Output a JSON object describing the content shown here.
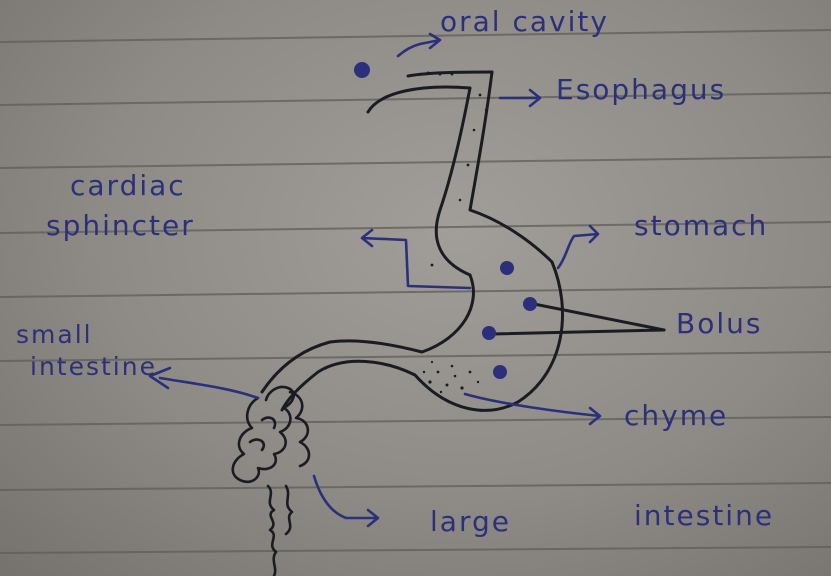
{
  "labels": {
    "oral_cavity": "oral cavity",
    "esophagus": "Esophagus",
    "cardiac_line1": "cardiac",
    "cardiac_line2": "sphincter",
    "stomach": "stomach",
    "small_intestine_line1": "small",
    "small_intestine_line2": "intestine",
    "bolus": "Bolus",
    "chyme": "chyme",
    "large_intestine_1": "large",
    "large_intestine_2": "intestine"
  },
  "colors": {
    "ink": "#2c2f7a",
    "drawing_ink": "#1b1b22",
    "paper": "#9a9792",
    "rule_line": "#5f5d5a"
  }
}
